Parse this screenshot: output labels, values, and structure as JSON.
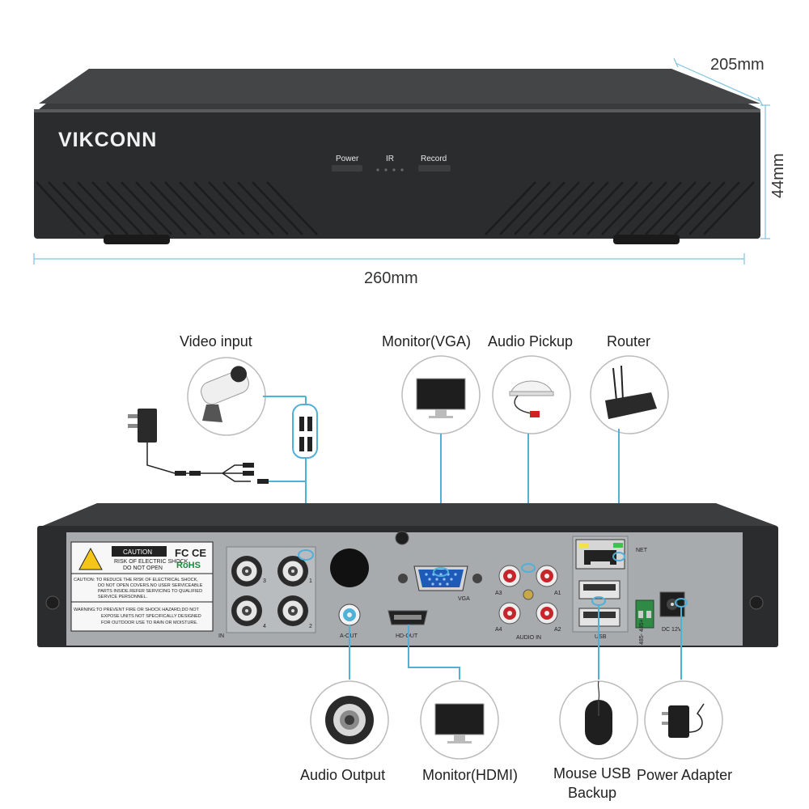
{
  "dimensions": {
    "depth": "205mm",
    "height": "44mm",
    "width": "260mm"
  },
  "front_panel": {
    "brand": "VIKCONN",
    "power_label": "Power",
    "ir_label": "IR",
    "record_label": "Record"
  },
  "peripherals": {
    "video_input": "Video input",
    "monitor_vga": "Monitor(VGA)",
    "audio_pickup": "Audio Pickup",
    "router": "Router",
    "audio_output": "Audio Output",
    "monitor_hdmi": "Monitor(HDMI)",
    "mouse_usb_line1": "Mouse USB",
    "mouse_usb_line2": "Backup",
    "power_adapter": "Power Adapter"
  },
  "rear_panel": {
    "caution_title": "CAUTION",
    "caution_sub1": "RISK OF ELECTRIC SHOCK",
    "caution_sub2": "DO NOT OPEN",
    "fcc": "FC CE",
    "rohs": "RoHS",
    "caution_text_1": "CAUTION: TO REDUCE THE RISK OF ELECTRICAL SHOCK,",
    "caution_text_2": "DO NOT OPEN COVERS.NO USER SERVICEABLE",
    "caution_text_3": "PARTS INSIDE.REFER SERVICING TO QUALIFIED",
    "caution_text_4": "SERVICE PERSONNEL.",
    "warning_text_1": "WARNING:TO PREVENT FIRE OR SHOCK HAZARD,DO NOT",
    "warning_text_2": "EXPOSE UNITS NOT SPECIFICALLY DESIGNED",
    "warning_text_3": "FOR OUTDOOR USE TO RAIN OR MOISTURE.",
    "bnc_1": "1",
    "bnc_2": "2",
    "bnc_3": "3",
    "bnc_4": "4",
    "in_label": "IN",
    "aout_label": "A-OUT",
    "hdout_label": "HD-OUT",
    "vga_label": "VGA",
    "audio_a1": "A1",
    "audio_a2": "A2",
    "audio_a3": "A3",
    "audio_a4": "A4",
    "audio_in_label": "AUDIO IN",
    "net_label": "NET",
    "usb_label": "USB",
    "rs485_label": "485- 485+",
    "dc_label": "DC 12V"
  },
  "colors": {
    "device_dark": "#2e2f31",
    "rear_panel": "#a7abae",
    "wire": "#4fb0d8",
    "dim_line": "#7fc2e0"
  }
}
